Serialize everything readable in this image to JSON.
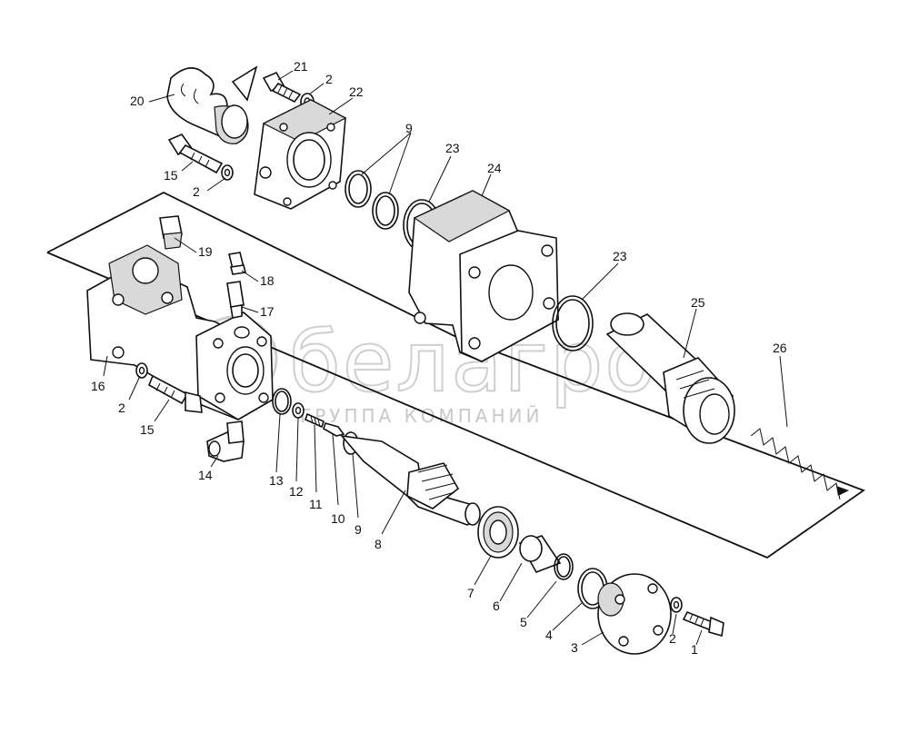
{
  "watermark": {
    "brand": "белагро",
    "subtitle": "ГРУППА КОМПАНИЙ"
  },
  "callouts": {
    "p1": "1",
    "p2_top": "2",
    "p2_mid": "2",
    "p2_low": "2",
    "p2_right": "2",
    "p3": "3",
    "p4": "4",
    "p5": "5",
    "p6": "6",
    "p7": "7",
    "p8": "8",
    "p9_top": "9",
    "p9_mid": "9",
    "p10": "10",
    "p11": "11",
    "p12": "12",
    "p13": "13",
    "p14": "14",
    "p15_top": "15",
    "p15_bottom": "15",
    "p16": "16",
    "p17": "17",
    "p18": "18",
    "p19": "19",
    "p20": "20",
    "p21": "21",
    "p22": "22",
    "p23_top": "23",
    "p23_right": "23",
    "p24": "24",
    "p25": "25",
    "p26": "26"
  }
}
